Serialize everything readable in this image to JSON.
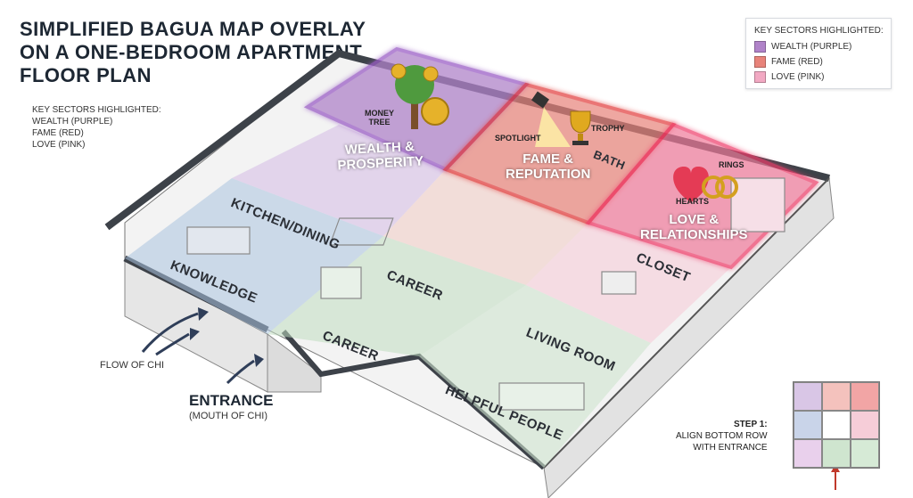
{
  "title": {
    "line1": "SIMPLIFIED BAGUA MAP OVERLAY",
    "line2": "ON A ONE-BEDROOM APARTMENT",
    "line3": "FLOOR PLAN"
  },
  "legend": {
    "heading": "KEY SECTORS HIGHLIGHTED:",
    "items": [
      {
        "label": "WEALTH (PURPLE)",
        "color": "#b083c9"
      },
      {
        "label": "FAME (RED)",
        "color": "#e8837a"
      },
      {
        "label": "LOVE (PINK)",
        "color": "#f2a9c3"
      }
    ]
  },
  "side_key": {
    "heading": "KEY SECTORS HIGHLIGHTED:",
    "lines": [
      "WEALTH (PURPLE)",
      "FAME (RED)",
      "LOVE (PINK)"
    ]
  },
  "rooms": {
    "kitchen": "KITCHEN/DINING",
    "knowledge": "KNOWLEDGE",
    "career_top": "CAREER",
    "career_bottom": "CAREER",
    "closet": "CLOSET",
    "living_room": "LIVING ROOM",
    "helpful_people": "HELPFUL PEOPLE",
    "bath": "BATH"
  },
  "sectors": {
    "wealth": "WEALTH & PROSPERITY",
    "wealth_l1": "WEALTH &",
    "wealth_l2": "PROSPERITY",
    "fame_l1": "FAME &",
    "fame_l2": "REPUTATION",
    "love_l1": "LOVE &",
    "love_l2": "RELATIONSHIPS"
  },
  "objects": {
    "money_tree_l1": "MONEY",
    "money_tree_l2": "TREE",
    "spotlight": "SPOTLIGHT",
    "trophy": "TROPHY",
    "hearts": "HEARTS",
    "rings": "RINGS"
  },
  "flow": "FLOW OF CHI",
  "entrance": {
    "label": "ENTRANCE",
    "sub": "(MOUTH OF CHI)"
  },
  "step": {
    "line1": "STEP 1:",
    "line2": "ALIGN BOTTOM ROW",
    "line3": "WITH ENTRANCE"
  },
  "bagua_grid": [
    "#d9c6e6",
    "#f4c2bd",
    "#f2a5a5",
    "#c9d4e9",
    "#ffffff",
    "#f6cdd8",
    "#e9d0ec",
    "#cfe5cf",
    "#d6ead6"
  ],
  "colors": {
    "wealth": "#9b5fc6",
    "fame": "#e23b3b",
    "love": "#ef3d6b",
    "knowledge": "#a9c3de",
    "career": "#bfdcc0",
    "wall": "#3d4249"
  }
}
